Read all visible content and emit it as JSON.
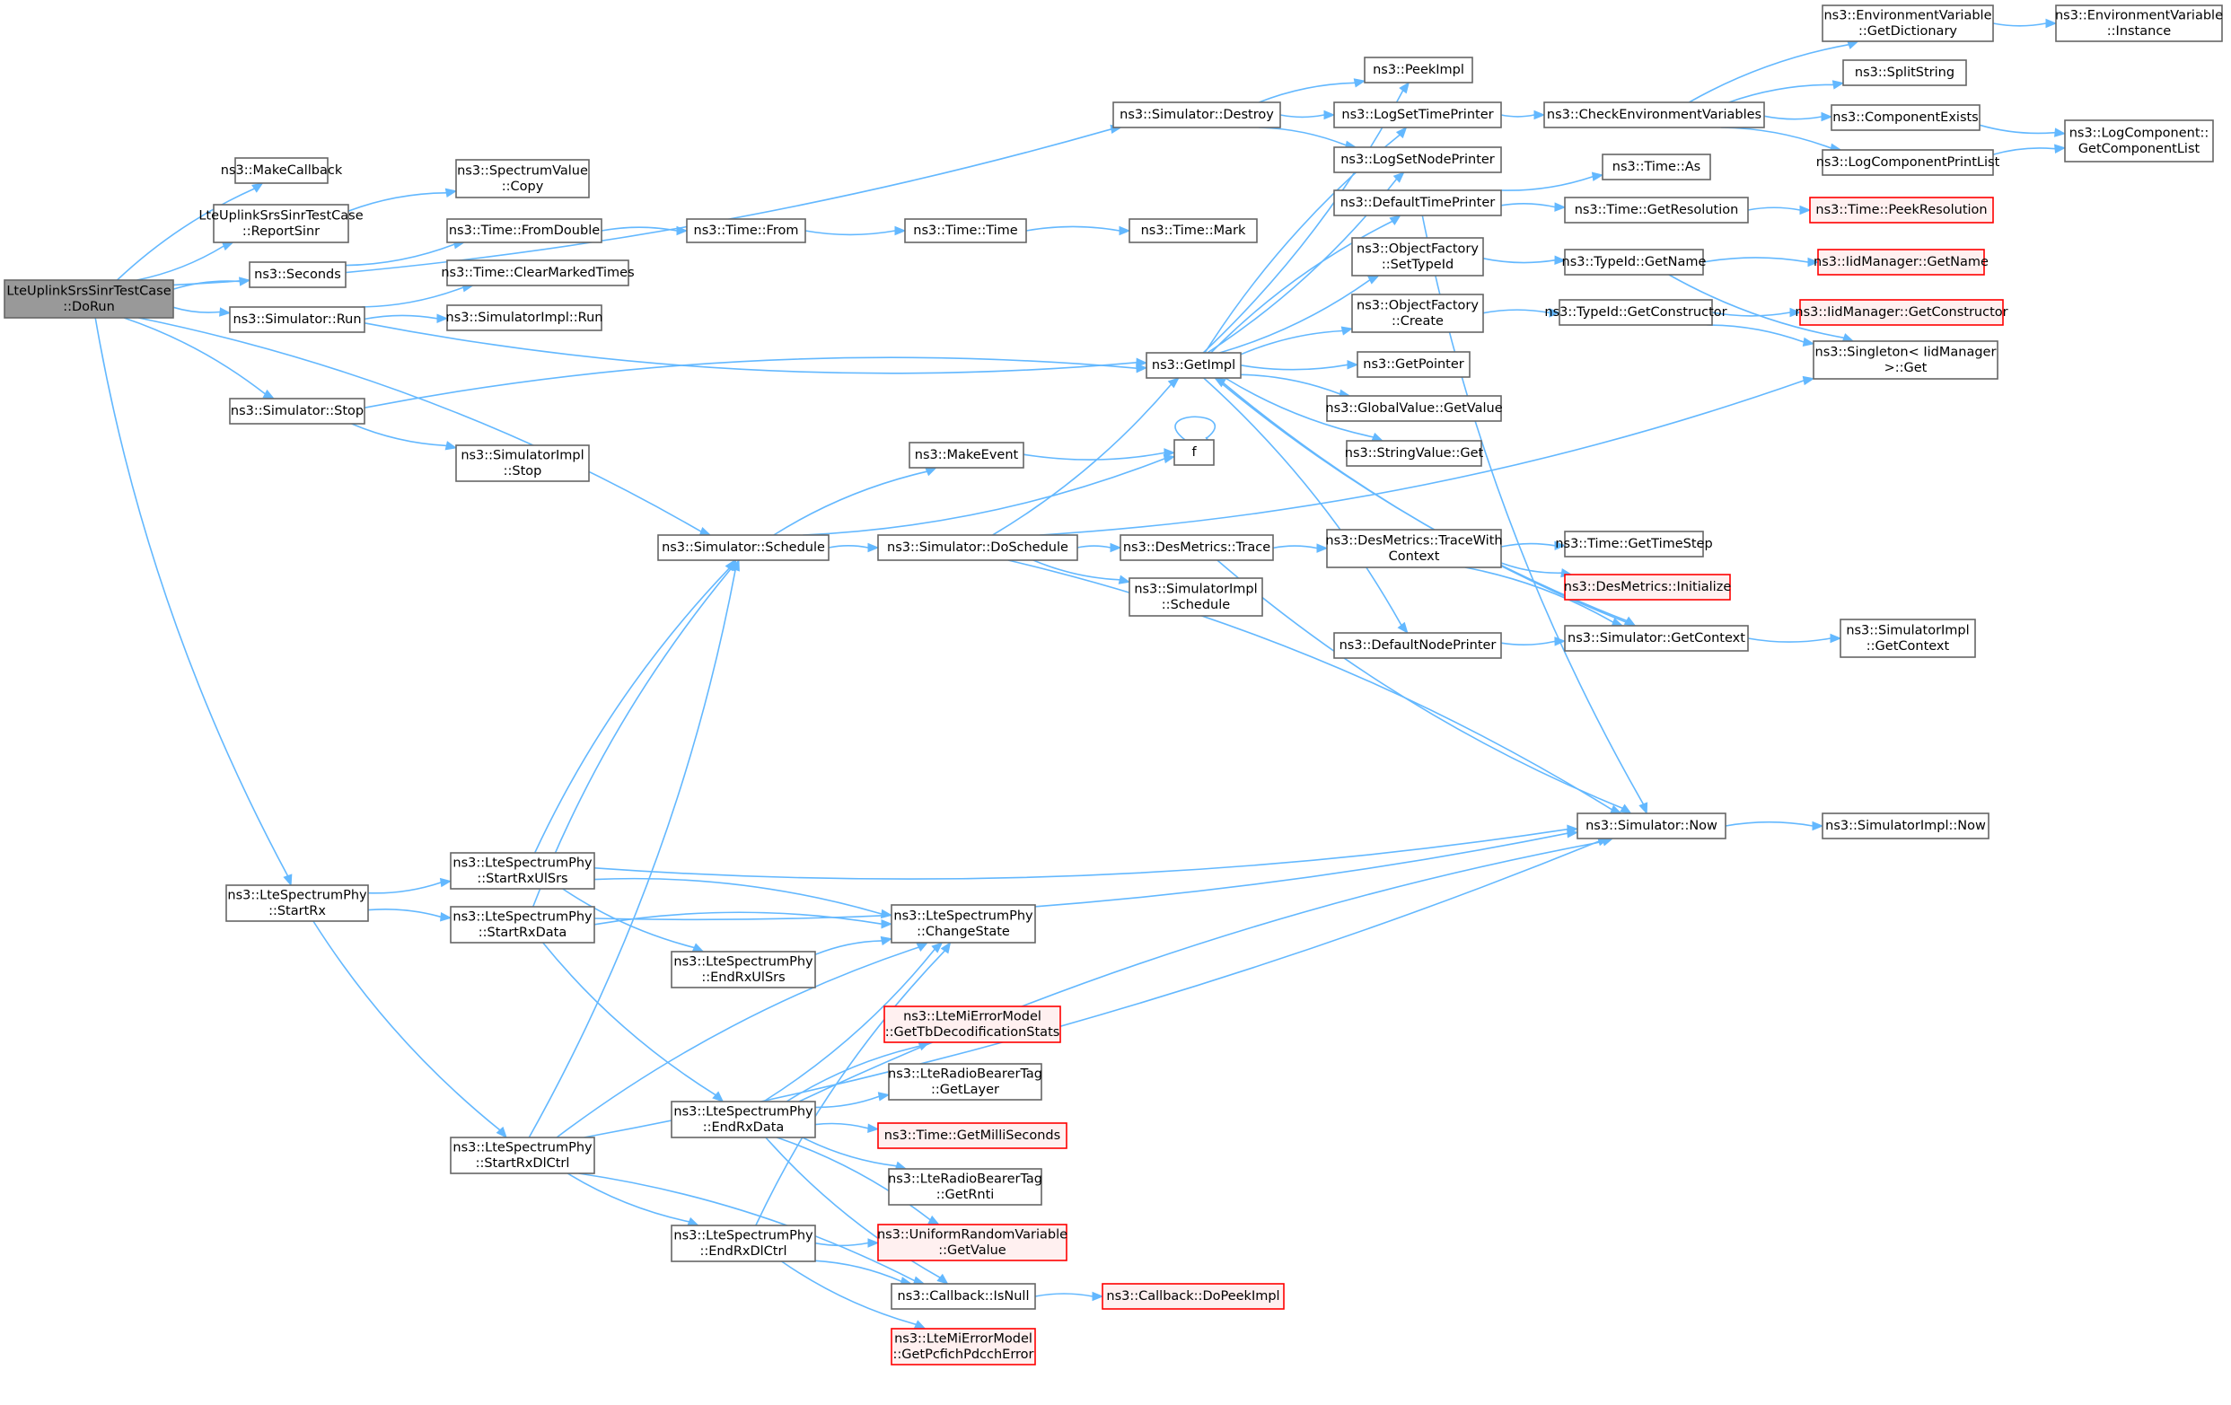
{
  "nodes": [
    {
      "id": "root",
      "lines": [
        "LteUplinkSrsSinrTestCase",
        "::DoRun"
      ],
      "style": "root"
    },
    {
      "id": "makecb",
      "lines": [
        "ns3::MakeCallback"
      ]
    },
    {
      "id": "reportsinr",
      "lines": [
        "LteUplinkSrsSinrTestCase",
        "::ReportSinr"
      ]
    },
    {
      "id": "seconds",
      "lines": [
        "ns3::Seconds"
      ]
    },
    {
      "id": "simrun",
      "lines": [
        "ns3::Simulator::Run"
      ]
    },
    {
      "id": "simstop",
      "lines": [
        "ns3::Simulator::Stop"
      ]
    },
    {
      "id": "startrx",
      "lines": [
        "ns3::LteSpectrumPhy",
        "::StartRx"
      ]
    },
    {
      "id": "specvalcopy",
      "lines": [
        "ns3::SpectrumValue",
        "::Copy"
      ]
    },
    {
      "id": "fromdouble",
      "lines": [
        "ns3::Time::FromDouble"
      ]
    },
    {
      "id": "clearmarked",
      "lines": [
        "ns3::Time::ClearMarkedTimes"
      ]
    },
    {
      "id": "simimplrun",
      "lines": [
        "ns3::SimulatorImpl::Run"
      ]
    },
    {
      "id": "simimplstop",
      "lines": [
        "ns3::SimulatorImpl",
        "::Stop"
      ]
    },
    {
      "id": "timefrom",
      "lines": [
        "ns3::Time::From"
      ]
    },
    {
      "id": "timetime",
      "lines": [
        "ns3::Time::Time"
      ]
    },
    {
      "id": "timemark",
      "lines": [
        "ns3::Time::Mark"
      ]
    },
    {
      "id": "destroy",
      "lines": [
        "ns3::Simulator::Destroy"
      ]
    },
    {
      "id": "peekimpl",
      "lines": [
        "ns3::PeekImpl"
      ]
    },
    {
      "id": "logsettime",
      "lines": [
        "ns3::LogSetTimePrinter"
      ]
    },
    {
      "id": "logsetnode",
      "lines": [
        "ns3::LogSetNodePrinter"
      ]
    },
    {
      "id": "checkenv",
      "lines": [
        "ns3::CheckEnvironmentVariables"
      ]
    },
    {
      "id": "envgetdict",
      "lines": [
        "ns3::EnvironmentVariable",
        "::GetDictionary"
      ]
    },
    {
      "id": "envinstance",
      "lines": [
        "ns3::EnvironmentVariable",
        "::Instance"
      ]
    },
    {
      "id": "splitstring",
      "lines": [
        "ns3::SplitString"
      ]
    },
    {
      "id": "compexists",
      "lines": [
        "ns3::ComponentExists"
      ]
    },
    {
      "id": "logcompprint",
      "lines": [
        "ns3::LogComponentPrintList"
      ]
    },
    {
      "id": "logcompget",
      "lines": [
        "ns3::LogComponent::",
        "GetComponentList"
      ]
    },
    {
      "id": "deftimeprinter",
      "lines": [
        "ns3::DefaultTimePrinter"
      ]
    },
    {
      "id": "timeas",
      "lines": [
        "ns3::Time::As"
      ]
    },
    {
      "id": "timegetres",
      "lines": [
        "ns3::Time::GetResolution"
      ]
    },
    {
      "id": "peekres",
      "lines": [
        "ns3::Time::PeekResolution"
      ],
      "style": "red"
    },
    {
      "id": "objfacsettype",
      "lines": [
        "ns3::ObjectFactory",
        "::SetTypeId"
      ]
    },
    {
      "id": "typeidgetname",
      "lines": [
        "ns3::TypeId::GetName"
      ]
    },
    {
      "id": "iidgetname",
      "lines": [
        "ns3::IidManager::GetName"
      ],
      "style": "red"
    },
    {
      "id": "objfaccreate",
      "lines": [
        "ns3::ObjectFactory",
        "::Create"
      ]
    },
    {
      "id": "typeidgetctor",
      "lines": [
        "ns3::TypeId::GetConstructor"
      ]
    },
    {
      "id": "iidgetctor",
      "lines": [
        "ns3::IidManager::GetConstructor"
      ],
      "style": "red"
    },
    {
      "id": "singleton",
      "lines": [
        "ns3::Singleton< IidManager",
        " >::Get"
      ]
    },
    {
      "id": "getimpl",
      "lines": [
        "ns3::GetImpl"
      ]
    },
    {
      "id": "getpointer",
      "lines": [
        "ns3::GetPointer"
      ]
    },
    {
      "id": "globalvalue",
      "lines": [
        "ns3::GlobalValue::GetValue"
      ]
    },
    {
      "id": "stringvalue",
      "lines": [
        "ns3::StringValue::Get"
      ]
    },
    {
      "id": "makeevent",
      "lines": [
        "ns3::MakeEvent"
      ]
    },
    {
      "id": "f",
      "lines": [
        "f"
      ]
    },
    {
      "id": "schedule",
      "lines": [
        "ns3::Simulator::Schedule"
      ]
    },
    {
      "id": "doschedule",
      "lines": [
        "ns3::Simulator::DoSchedule"
      ]
    },
    {
      "id": "desmetricstrace",
      "lines": [
        "ns3::DesMetrics::Trace"
      ]
    },
    {
      "id": "simimplsched",
      "lines": [
        "ns3::SimulatorImpl",
        "::Schedule"
      ]
    },
    {
      "id": "tracewithctx",
      "lines": [
        "ns3::DesMetrics::TraceWith",
        "Context"
      ]
    },
    {
      "id": "timegetstep",
      "lines": [
        "ns3::Time::GetTimeStep"
      ]
    },
    {
      "id": "desinit",
      "lines": [
        "ns3::DesMetrics::Initialize"
      ],
      "style": "red"
    },
    {
      "id": "defnodeprinter",
      "lines": [
        "ns3::DefaultNodePrinter"
      ]
    },
    {
      "id": "getcontext",
      "lines": [
        "ns3::Simulator::GetContext"
      ]
    },
    {
      "id": "simimplgetctx",
      "lines": [
        "ns3::SimulatorImpl",
        "::GetContext"
      ]
    },
    {
      "id": "simnow",
      "lines": [
        "ns3::Simulator::Now"
      ]
    },
    {
      "id": "simimplnow",
      "lines": [
        "ns3::SimulatorImpl::Now"
      ]
    },
    {
      "id": "startrxulsrs",
      "lines": [
        "ns3::LteSpectrumPhy",
        "::StartRxUlSrs"
      ]
    },
    {
      "id": "startrxdata",
      "lines": [
        "ns3::LteSpectrumPhy",
        "::StartRxData"
      ]
    },
    {
      "id": "endrxulsrs",
      "lines": [
        "ns3::LteSpectrumPhy",
        "::EndRxUlSrs"
      ]
    },
    {
      "id": "changestate",
      "lines": [
        "ns3::LteSpectrumPhy",
        "::ChangeState"
      ]
    },
    {
      "id": "getmiestats",
      "lines": [
        "ns3::LteMiErrorModel",
        "::GetTbDecodificationStats"
      ],
      "style": "red"
    },
    {
      "id": "getlayer",
      "lines": [
        "ns3::LteRadioBearerTag",
        "::GetLayer"
      ]
    },
    {
      "id": "endrxdata",
      "lines": [
        "ns3::LteSpectrumPhy",
        "::EndRxData"
      ]
    },
    {
      "id": "getmilli",
      "lines": [
        "ns3::Time::GetMilliSeconds"
      ],
      "style": "red"
    },
    {
      "id": "getrnti",
      "lines": [
        "ns3::LteRadioBearerTag",
        "::GetRnti"
      ]
    },
    {
      "id": "startrxdlctrl",
      "lines": [
        "ns3::LteSpectrumPhy",
        "::StartRxDlCtrl"
      ]
    },
    {
      "id": "urvgetvalue",
      "lines": [
        "ns3::UniformRandomVariable",
        "::GetValue"
      ],
      "style": "red"
    },
    {
      "id": "endrxdlctrl",
      "lines": [
        "ns3::LteSpectrumPhy",
        "::EndRxDlCtrl"
      ]
    },
    {
      "id": "cbisnull",
      "lines": [
        "ns3::Callback::IsNull"
      ]
    },
    {
      "id": "cbdopeek",
      "lines": [
        "ns3::Callback::DoPeekImpl"
      ],
      "style": "red"
    },
    {
      "id": "getpcfich",
      "lines": [
        "ns3::LteMiErrorModel",
        "::GetPcfichPdcchError"
      ],
      "style": "red"
    }
  ],
  "edges": [
    [
      "root",
      "makecb"
    ],
    [
      "root",
      "reportsinr"
    ],
    [
      "root",
      "seconds"
    ],
    [
      "root",
      "simrun"
    ],
    [
      "root",
      "simstop"
    ],
    [
      "root",
      "destroy"
    ],
    [
      "root",
      "schedule"
    ],
    [
      "root",
      "startrx"
    ],
    [
      "reportsinr",
      "specvalcopy"
    ],
    [
      "seconds",
      "fromdouble"
    ],
    [
      "fromdouble",
      "timefrom"
    ],
    [
      "timefrom",
      "timetime"
    ],
    [
      "timetime",
      "timemark"
    ],
    [
      "simrun",
      "clearmarked"
    ],
    [
      "simrun",
      "simimplrun"
    ],
    [
      "simrun",
      "getimpl"
    ],
    [
      "simstop",
      "getimpl"
    ],
    [
      "simstop",
      "simimplstop"
    ],
    [
      "destroy",
      "peekimpl"
    ],
    [
      "destroy",
      "logsettime"
    ],
    [
      "destroy",
      "logsetnode"
    ],
    [
      "logsettime",
      "checkenv"
    ],
    [
      "checkenv",
      "envgetdict"
    ],
    [
      "envgetdict",
      "envinstance"
    ],
    [
      "checkenv",
      "splitstring"
    ],
    [
      "checkenv",
      "compexists"
    ],
    [
      "checkenv",
      "logcompprint"
    ],
    [
      "compexists",
      "logcompget"
    ],
    [
      "logcompprint",
      "logcompget"
    ],
    [
      "deftimeprinter",
      "timeas"
    ],
    [
      "deftimeprinter",
      "timegetres"
    ],
    [
      "deftimeprinter",
      "simnow"
    ],
    [
      "timegetres",
      "peekres"
    ],
    [
      "objfacsettype",
      "typeidgetname"
    ],
    [
      "typeidgetname",
      "iidgetname"
    ],
    [
      "typeidgetname",
      "singleton"
    ],
    [
      "objfaccreate",
      "typeidgetctor"
    ],
    [
      "typeidgetctor",
      "iidgetctor"
    ],
    [
      "typeidgetctor",
      "singleton"
    ],
    [
      "getimpl",
      "peekimpl"
    ],
    [
      "getimpl",
      "logsettime"
    ],
    [
      "getimpl",
      "logsetnode"
    ],
    [
      "getimpl",
      "deftimeprinter"
    ],
    [
      "getimpl",
      "objfacsettype"
    ],
    [
      "getimpl",
      "objfaccreate"
    ],
    [
      "getimpl",
      "getpointer"
    ],
    [
      "getimpl",
      "globalvalue"
    ],
    [
      "getimpl",
      "stringvalue"
    ],
    [
      "getimpl",
      "defnodeprinter"
    ],
    [
      "getimpl",
      "getcontext"
    ],
    [
      "schedule",
      "makeevent"
    ],
    [
      "schedule",
      "f"
    ],
    [
      "schedule",
      "doschedule"
    ],
    [
      "makeevent",
      "f"
    ],
    [
      "f",
      "f"
    ],
    [
      "doschedule",
      "getimpl"
    ],
    [
      "doschedule",
      "desmetricstrace"
    ],
    [
      "doschedule",
      "simimplsched"
    ],
    [
      "doschedule",
      "simnow"
    ],
    [
      "doschedule",
      "singleton"
    ],
    [
      "desmetricstrace",
      "tracewithctx"
    ],
    [
      "desmetricstrace",
      "simnow"
    ],
    [
      "tracewithctx",
      "timegetstep"
    ],
    [
      "tracewithctx",
      "desinit"
    ],
    [
      "tracewithctx",
      "getcontext"
    ],
    [
      "defnodeprinter",
      "getcontext"
    ],
    [
      "getcontext",
      "getimpl"
    ],
    [
      "getcontext",
      "simimplgetctx"
    ],
    [
      "simnow",
      "simimplnow"
    ],
    [
      "startrx",
      "startrxulsrs"
    ],
    [
      "startrx",
      "startrxdata"
    ],
    [
      "startrx",
      "startrxdlctrl"
    ],
    [
      "startrxulsrs",
      "schedule"
    ],
    [
      "startrxulsrs",
      "simnow"
    ],
    [
      "startrxulsrs",
      "changestate"
    ],
    [
      "startrxulsrs",
      "endrxulsrs"
    ],
    [
      "startrxdata",
      "schedule"
    ],
    [
      "startrxdata",
      "simnow"
    ],
    [
      "startrxdata",
      "changestate"
    ],
    [
      "startrxdata",
      "endrxdata"
    ],
    [
      "endrxulsrs",
      "changestate"
    ],
    [
      "endrxdata",
      "changestate"
    ],
    [
      "endrxdata",
      "getmiestats"
    ],
    [
      "endrxdata",
      "getlayer"
    ],
    [
      "endrxdata",
      "getmilli"
    ],
    [
      "endrxdata",
      "getrnti"
    ],
    [
      "endrxdata",
      "urvgetvalue"
    ],
    [
      "endrxdata",
      "cbisnull"
    ],
    [
      "endrxdata",
      "simnow"
    ],
    [
      "startrxdlctrl",
      "schedule"
    ],
    [
      "startrxdlctrl",
      "changestate"
    ],
    [
      "startrxdlctrl",
      "endrxdlctrl"
    ],
    [
      "startrxdlctrl",
      "cbisnull"
    ],
    [
      "startrxdlctrl",
      "simnow"
    ],
    [
      "endrxdlctrl",
      "changestate"
    ],
    [
      "endrxdlctrl",
      "urvgetvalue"
    ],
    [
      "endrxdlctrl",
      "cbisnull"
    ],
    [
      "endrxdlctrl",
      "getpcfich"
    ],
    [
      "cbisnull",
      "cbdopeek"
    ]
  ]
}
